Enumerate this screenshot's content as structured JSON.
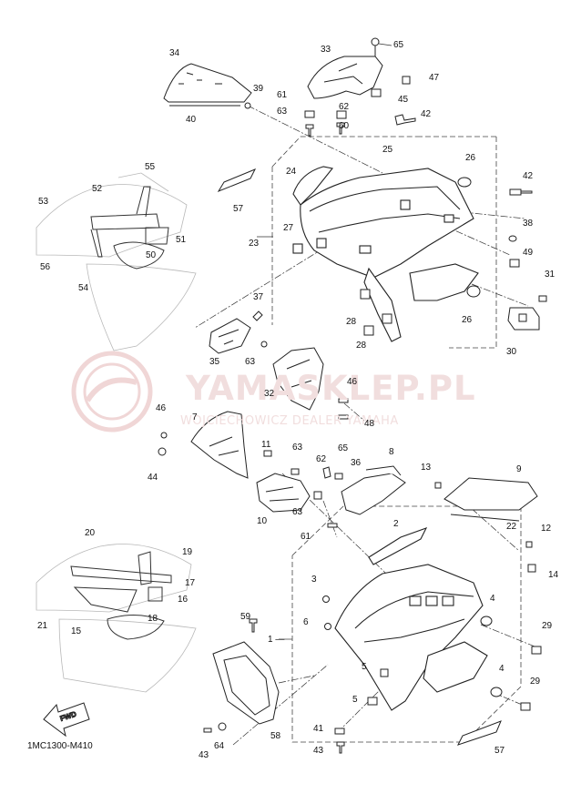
{
  "watermark": {
    "title": "YAMASKLEP.PL",
    "subtitle": "WOJCIECHOWICZ DEALER YAMAHA"
  },
  "diagram_code": "1MC1300-M410",
  "fwd_label": "FWD",
  "colors": {
    "line": "#333333",
    "ghost": "#b8b8b8",
    "watermark": "#f0d6d6",
    "dash": "#444444"
  },
  "callouts": [
    {
      "id": "c34",
      "text": "34"
    },
    {
      "id": "c33",
      "text": "33"
    },
    {
      "id": "c65a",
      "text": "65"
    },
    {
      "id": "c47",
      "text": "47"
    },
    {
      "id": "c39",
      "text": "39"
    },
    {
      "id": "c61a",
      "text": "61"
    },
    {
      "id": "c45",
      "text": "45"
    },
    {
      "id": "c63a",
      "text": "63"
    },
    {
      "id": "c62a",
      "text": "62"
    },
    {
      "id": "c42a",
      "text": "42"
    },
    {
      "id": "c40",
      "text": "40"
    },
    {
      "id": "c60",
      "text": "60"
    },
    {
      "id": "c25",
      "text": "25"
    },
    {
      "id": "c26a",
      "text": "26"
    },
    {
      "id": "c55",
      "text": "55"
    },
    {
      "id": "c24",
      "text": "24"
    },
    {
      "id": "c42b",
      "text": "42"
    },
    {
      "id": "c52",
      "text": "52"
    },
    {
      "id": "c57a",
      "text": "57"
    },
    {
      "id": "c53",
      "text": "53"
    },
    {
      "id": "c27",
      "text": "27"
    },
    {
      "id": "c38",
      "text": "38"
    },
    {
      "id": "c51",
      "text": "51"
    },
    {
      "id": "c23",
      "text": "23"
    },
    {
      "id": "c50",
      "text": "50"
    },
    {
      "id": "c49",
      "text": "49"
    },
    {
      "id": "c56",
      "text": "56"
    },
    {
      "id": "c54",
      "text": "54"
    },
    {
      "id": "c31",
      "text": "31"
    },
    {
      "id": "c37",
      "text": "37"
    },
    {
      "id": "c28a",
      "text": "28"
    },
    {
      "id": "c26b",
      "text": "26"
    },
    {
      "id": "c28b",
      "text": "28"
    },
    {
      "id": "c30",
      "text": "30"
    },
    {
      "id": "c35",
      "text": "35"
    },
    {
      "id": "c63b",
      "text": "63"
    },
    {
      "id": "c46a",
      "text": "46"
    },
    {
      "id": "c32",
      "text": "32"
    },
    {
      "id": "c48",
      "text": "48"
    },
    {
      "id": "c46b",
      "text": "46"
    },
    {
      "id": "c7",
      "text": "7"
    },
    {
      "id": "c11",
      "text": "11"
    },
    {
      "id": "c63c",
      "text": "63"
    },
    {
      "id": "c65b",
      "text": "65"
    },
    {
      "id": "c62b",
      "text": "62"
    },
    {
      "id": "c8",
      "text": "8"
    },
    {
      "id": "c44",
      "text": "44"
    },
    {
      "id": "c36",
      "text": "36"
    },
    {
      "id": "c13",
      "text": "13"
    },
    {
      "id": "c9",
      "text": "9"
    },
    {
      "id": "c10",
      "text": "10"
    },
    {
      "id": "c63d",
      "text": "63"
    },
    {
      "id": "c61b",
      "text": "61"
    },
    {
      "id": "c22",
      "text": "22"
    },
    {
      "id": "c20",
      "text": "20"
    },
    {
      "id": "c2",
      "text": "2"
    },
    {
      "id": "c12",
      "text": "12"
    },
    {
      "id": "c19",
      "text": "19"
    },
    {
      "id": "c17",
      "text": "17"
    },
    {
      "id": "c16",
      "text": "16"
    },
    {
      "id": "c14",
      "text": "14"
    },
    {
      "id": "c3",
      "text": "3"
    },
    {
      "id": "c21",
      "text": "21"
    },
    {
      "id": "c18",
      "text": "18"
    },
    {
      "id": "c15",
      "text": "15"
    },
    {
      "id": "c4a",
      "text": "4"
    },
    {
      "id": "c59",
      "text": "59"
    },
    {
      "id": "c6",
      "text": "6"
    },
    {
      "id": "c29a",
      "text": "29"
    },
    {
      "id": "c1",
      "text": "1 —"
    },
    {
      "id": "c5a",
      "text": "5"
    },
    {
      "id": "c4b",
      "text": "4"
    },
    {
      "id": "c29b",
      "text": "29"
    },
    {
      "id": "c5b",
      "text": "5"
    },
    {
      "id": "c58",
      "text": "58"
    },
    {
      "id": "c41",
      "text": "41"
    },
    {
      "id": "c43a",
      "text": "43"
    },
    {
      "id": "c64",
      "text": "64"
    },
    {
      "id": "c43b",
      "text": "43"
    },
    {
      "id": "c57b",
      "text": "57"
    }
  ]
}
